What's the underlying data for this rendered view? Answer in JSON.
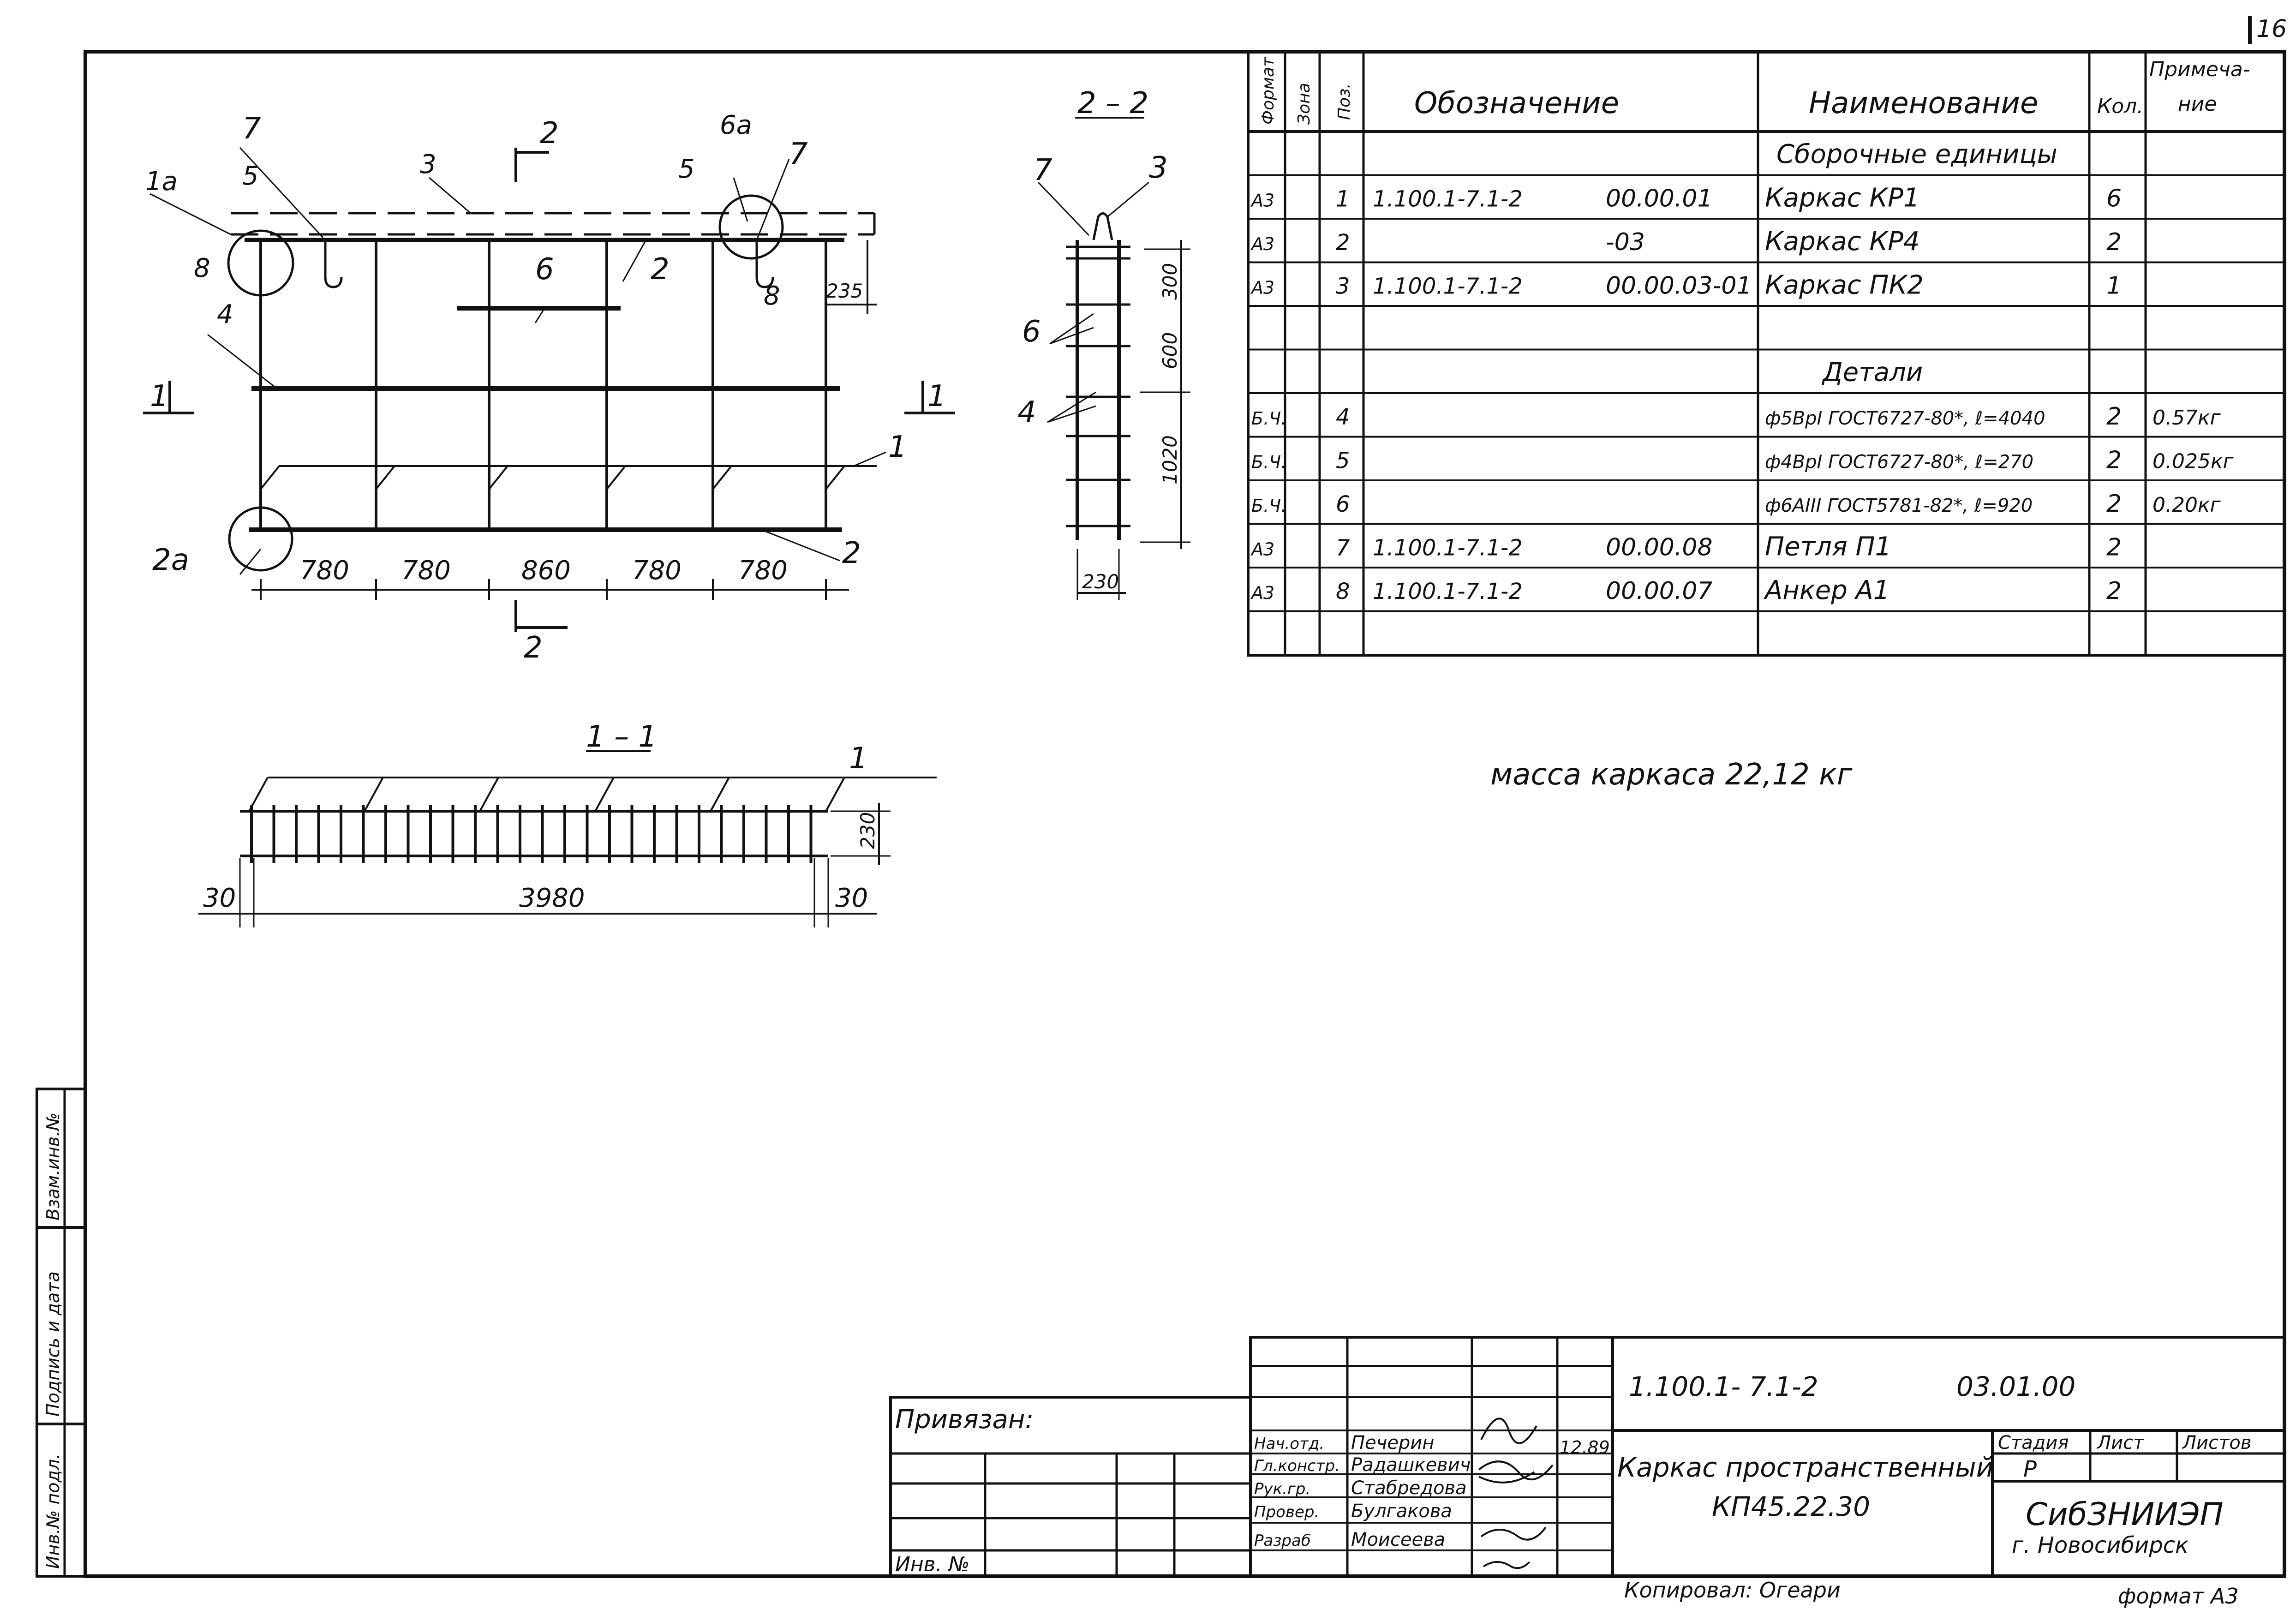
{
  "sheet": {
    "page_number": "16",
    "format_label": "формат А3",
    "copied_by": "Копировал: Огеари"
  },
  "plan": {
    "callouts": {
      "c1a": "1а",
      "c7a": "7",
      "c5a": "5",
      "c3": "3",
      "c2cut": "2",
      "c6a": "6а",
      "c5b": "5",
      "c7b": "7",
      "c8a": "8",
      "c4": "4",
      "c6": "6",
      "c2": "2",
      "c8b": "8",
      "c235": "235",
      "c1cutL": "1",
      "c1cutR": "1",
      "c1": "1",
      "c2a": "2а",
      "c2b": "2",
      "c2cutBottom": "2"
    },
    "dims": [
      "780",
      "780",
      "860",
      "780",
      "780"
    ]
  },
  "section22": {
    "title": "2 – 2",
    "labels": {
      "l7": "7",
      "l3": "3",
      "l6": "6",
      "l4": "4",
      "d300": "300",
      "d600": "600",
      "d1020": "1020",
      "d230": "230"
    }
  },
  "section11": {
    "title": "1 – 1",
    "labels": {
      "l1": "1",
      "d230": "230",
      "d30l": "30",
      "d3980": "3980",
      "d30r": "30"
    }
  },
  "bom": {
    "headers": {
      "format": "Формат",
      "zone": "Зона",
      "pos": "Поз.",
      "designation": "Обозначение",
      "name": "Наименование",
      "qty": "Кол.",
      "note": "Примеча-\nние"
    },
    "rows": [
      {
        "format": "",
        "zone": "",
        "pos": "",
        "des1": "",
        "des2": "",
        "name": "Сборочные единицы",
        "qty": "",
        "note": ""
      },
      {
        "format": "А3",
        "zone": "",
        "pos": "1",
        "des1": "1.100.1-7.1-2",
        "des2": "00.00.01",
        "name": "Каркас КР1",
        "qty": "6",
        "note": ""
      },
      {
        "format": "А3",
        "zone": "",
        "pos": "2",
        "des1": "",
        "des2": "-03",
        "name": "Каркас КР4",
        "qty": "2",
        "note": ""
      },
      {
        "format": "А3",
        "zone": "",
        "pos": "3",
        "des1": "1.100.1-7.1-2",
        "des2": "00.00.03-01",
        "name": "Каркас ПК2",
        "qty": "1",
        "note": ""
      },
      {
        "format": "",
        "zone": "",
        "pos": "",
        "des1": "",
        "des2": "",
        "name": "",
        "qty": "",
        "note": ""
      },
      {
        "format": "",
        "zone": "",
        "pos": "",
        "des1": "",
        "des2": "",
        "name": "Детали",
        "qty": "",
        "note": ""
      },
      {
        "format": "Б.Ч.",
        "zone": "",
        "pos": "4",
        "des1": "",
        "des2": "",
        "name": "ф5ВрI ГОСТ6727-80*, ℓ=4040",
        "qty": "2",
        "note": "0.57кг"
      },
      {
        "format": "Б.Ч.",
        "zone": "",
        "pos": "5",
        "des1": "",
        "des2": "",
        "name": "ф4ВрI ГОСТ6727-80*, ℓ=270",
        "qty": "2",
        "note": "0.025кг"
      },
      {
        "format": "Б.Ч.",
        "zone": "",
        "pos": "6",
        "des1": "",
        "des2": "",
        "name": "ф6АIII ГОСТ5781-82*, ℓ=920",
        "qty": "2",
        "note": "0.20кг"
      },
      {
        "format": "А3",
        "zone": "",
        "pos": "7",
        "des1": "1.100.1-7.1-2",
        "des2": "00.00.08",
        "name": "Петля П1",
        "qty": "2",
        "note": ""
      },
      {
        "format": "А3",
        "zone": "",
        "pos": "8",
        "des1": "1.100.1-7.1-2",
        "des2": "00.00.07",
        "name": "Анкер А1",
        "qty": "2",
        "note": ""
      },
      {
        "format": "",
        "zone": "",
        "pos": "",
        "des1": "",
        "des2": "",
        "name": "",
        "qty": "",
        "note": ""
      }
    ]
  },
  "note": "масса каркаса 22,12 кг",
  "side_stamp": {
    "inv_orig": "Инв.№ подл.",
    "sign_date": "Подпись и дата",
    "inv_replace": "Взам.инв.№"
  },
  "title_block": {
    "privyazan": "Привязан:",
    "inv_no": "Инв. №",
    "code": "1.100.1- 7.1-2",
    "code_suffix": "03.01.00",
    "title_line1": "Каркас пространственный",
    "title_line2": "КП45.22.30",
    "stage_label": "Стадия",
    "sheet_label": "Лист",
    "sheets_label": "Листов",
    "stage_value": "Р",
    "org_line1": "СибЗНИИЭП",
    "org_line2": "г. Новосибирск",
    "date": "12.89",
    "roles": [
      {
        "role": "Нач.отд.",
        "name": "Печерин"
      },
      {
        "role": "Гл.констр.",
        "name": "Радашкевич"
      },
      {
        "role": "Рук.гр.",
        "name": "Стабредова"
      },
      {
        "role": "Провер.",
        "name": "Булгакова"
      },
      {
        "role": "Разраб",
        "name": "Моисеева"
      }
    ]
  }
}
